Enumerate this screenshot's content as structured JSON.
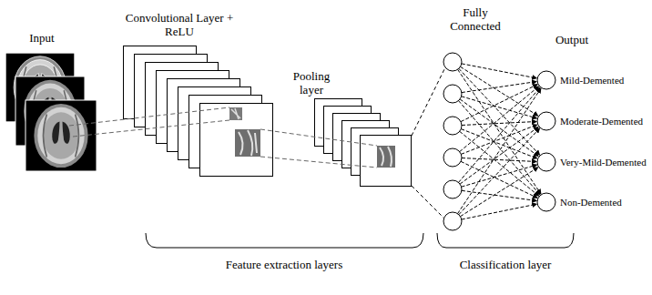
{
  "diagram": {
    "nodes": [
      {
        "text": [
          "Mild-Demented"
        ]
      },
      {
        "text": [
          "Moderate-Demented"
        ]
      },
      {
        "text": [
          "Very-Mild-Demented"
        ]
      },
      {
        "text": [
          "Non-Demented"
        ]
      }
    ],
    "labels": [
      "Input",
      "Convolutional Layer + ReLU",
      "Pooling layer",
      "Fully Connected",
      "Output",
      "Feature extraction layers",
      "Classification layer"
    ]
  }
}
